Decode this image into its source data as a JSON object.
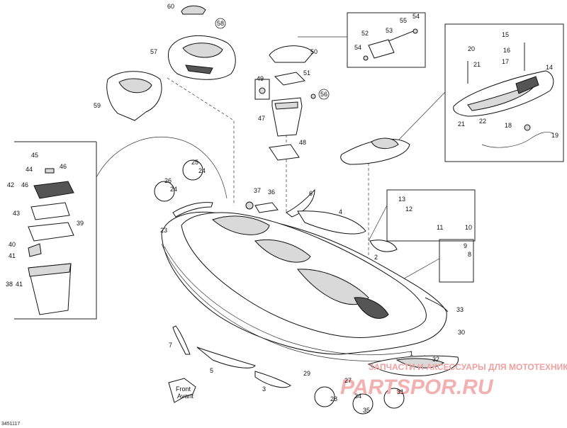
{
  "diagram": {
    "reference": "3451117",
    "front_label_line1": "Front",
    "front_label_line2": "Avant",
    "watermark_line1": "ЗАПЧАСТИ И АКСЕССУАРЫ ДЛЯ МОТОТЕХНИКИ",
    "watermark_line2": "PARTSPOR.RU",
    "callouts": [
      {
        "id": "60",
        "text": "60"
      },
      {
        "id": "58",
        "text": "58"
      },
      {
        "id": "57",
        "text": "57"
      },
      {
        "id": "59",
        "text": "59"
      },
      {
        "id": "50",
        "text": "50"
      },
      {
        "id": "51",
        "text": "51"
      },
      {
        "id": "49",
        "text": "49"
      },
      {
        "id": "56",
        "text": "56"
      },
      {
        "id": "47",
        "text": "47"
      },
      {
        "id": "48",
        "text": "48"
      },
      {
        "id": "52",
        "text": "52"
      },
      {
        "id": "53",
        "text": "53"
      },
      {
        "id": "54a",
        "text": "54"
      },
      {
        "id": "55",
        "text": "55"
      },
      {
        "id": "54b",
        "text": "54"
      },
      {
        "id": "15",
        "text": "15"
      },
      {
        "id": "16",
        "text": "16"
      },
      {
        "id": "17",
        "text": "17"
      },
      {
        "id": "20",
        "text": "20"
      },
      {
        "id": "21a",
        "text": "21"
      },
      {
        "id": "14",
        "text": "14"
      },
      {
        "id": "21b",
        "text": "21"
      },
      {
        "id": "22",
        "text": "22"
      },
      {
        "id": "18",
        "text": "18"
      },
      {
        "id": "19",
        "text": "19"
      },
      {
        "id": "45",
        "text": "45"
      },
      {
        "id": "44",
        "text": "44"
      },
      {
        "id": "46a",
        "text": "46"
      },
      {
        "id": "42",
        "text": "42"
      },
      {
        "id": "46b",
        "text": "46"
      },
      {
        "id": "43",
        "text": "43"
      },
      {
        "id": "39",
        "text": "39"
      },
      {
        "id": "40",
        "text": "40"
      },
      {
        "id": "41a",
        "text": "41"
      },
      {
        "id": "38",
        "text": "38"
      },
      {
        "id": "41b",
        "text": "41"
      },
      {
        "id": "25",
        "text": "25"
      },
      {
        "id": "24a",
        "text": "24"
      },
      {
        "id": "26",
        "text": "26"
      },
      {
        "id": "24b",
        "text": "24"
      },
      {
        "id": "37",
        "text": "37"
      },
      {
        "id": "36",
        "text": "36"
      },
      {
        "id": "6",
        "text": "6"
      },
      {
        "id": "4",
        "text": "4"
      },
      {
        "id": "23",
        "text": "23"
      },
      {
        "id": "13",
        "text": "13"
      },
      {
        "id": "12",
        "text": "12"
      },
      {
        "id": "11",
        "text": "11"
      },
      {
        "id": "10",
        "text": "10"
      },
      {
        "id": "2",
        "text": "2"
      },
      {
        "id": "9",
        "text": "9"
      },
      {
        "id": "8",
        "text": "8"
      },
      {
        "id": "33",
        "text": "33"
      },
      {
        "id": "30",
        "text": "30"
      },
      {
        "id": "7",
        "text": "7"
      },
      {
        "id": "5",
        "text": "5"
      },
      {
        "id": "3",
        "text": "3"
      },
      {
        "id": "29",
        "text": "29"
      },
      {
        "id": "32",
        "text": "32"
      },
      {
        "id": "27",
        "text": "27"
      },
      {
        "id": "28",
        "text": "28"
      },
      {
        "id": "34",
        "text": "34"
      },
      {
        "id": "35",
        "text": "35"
      },
      {
        "id": "31",
        "text": "31"
      },
      {
        "id": "1",
        "text": "1"
      }
    ]
  }
}
